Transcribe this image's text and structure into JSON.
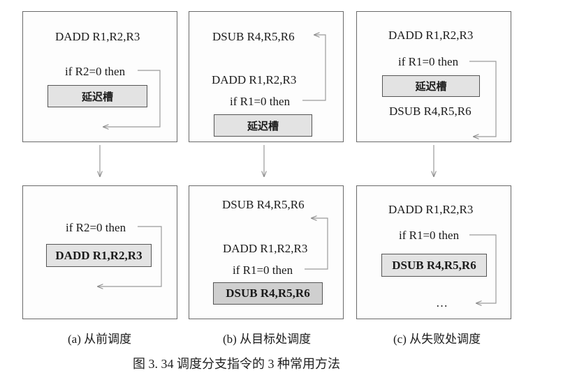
{
  "panel_a_top": {
    "line1": "DADD R1,R2,R3",
    "line2": "if R2=0 then",
    "slot": "延迟槽"
  },
  "panel_b_top": {
    "line1": "DSUB R4,R5,R6",
    "line2": "DADD R1,R2,R3",
    "line3": "if R1=0 then",
    "slot": "延迟槽"
  },
  "panel_c_top": {
    "line1": "DADD R1,R2,R3",
    "line2": "if R1=0 then",
    "slot": "延迟槽",
    "line3": "DSUB R4,R5,R6"
  },
  "panel_a_bottom": {
    "line1": "if R2=0 then",
    "slot": "DADD R1,R2,R3"
  },
  "panel_b_bottom": {
    "line1": "DSUB R4,R5,R6",
    "line2": "DADD R1,R2,R3",
    "line3": "if R1=0 then",
    "slot": "DSUB R4,R5,R6"
  },
  "panel_c_bottom": {
    "line1": "DADD R1,R2,R3",
    "line2": "if R1=0 then",
    "slot": "DSUB R4,R5,R6",
    "line3": "…"
  },
  "captions": {
    "a": "(a) 从前调度",
    "b": "(b) 从目标处调度",
    "c": "(c) 从失败处调度"
  },
  "figure_caption": "图 3. 34    调度分支指令的 3 种常用方法"
}
